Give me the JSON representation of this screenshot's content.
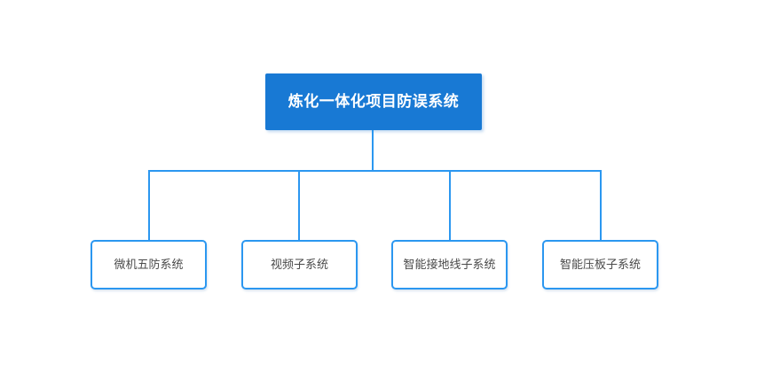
{
  "canvas": {
    "background": "#ffffff"
  },
  "diagram": {
    "type": "org-chart-tree",
    "root": {
      "label": "炼化一体化项目防误系统",
      "fill": "#1879d4",
      "text_color": "#ffffff"
    },
    "children": [
      {
        "label": "微机五防系统"
      },
      {
        "label": "视频子系统"
      },
      {
        "label": "智能接地线子系统"
      },
      {
        "label": "智能压板子系统"
      }
    ],
    "styles": {
      "line_color": "#2b97f0",
      "child_fill": "#ffffff",
      "child_border_color": "#2b97f0",
      "child_text_color": "#4a4a4a"
    }
  }
}
